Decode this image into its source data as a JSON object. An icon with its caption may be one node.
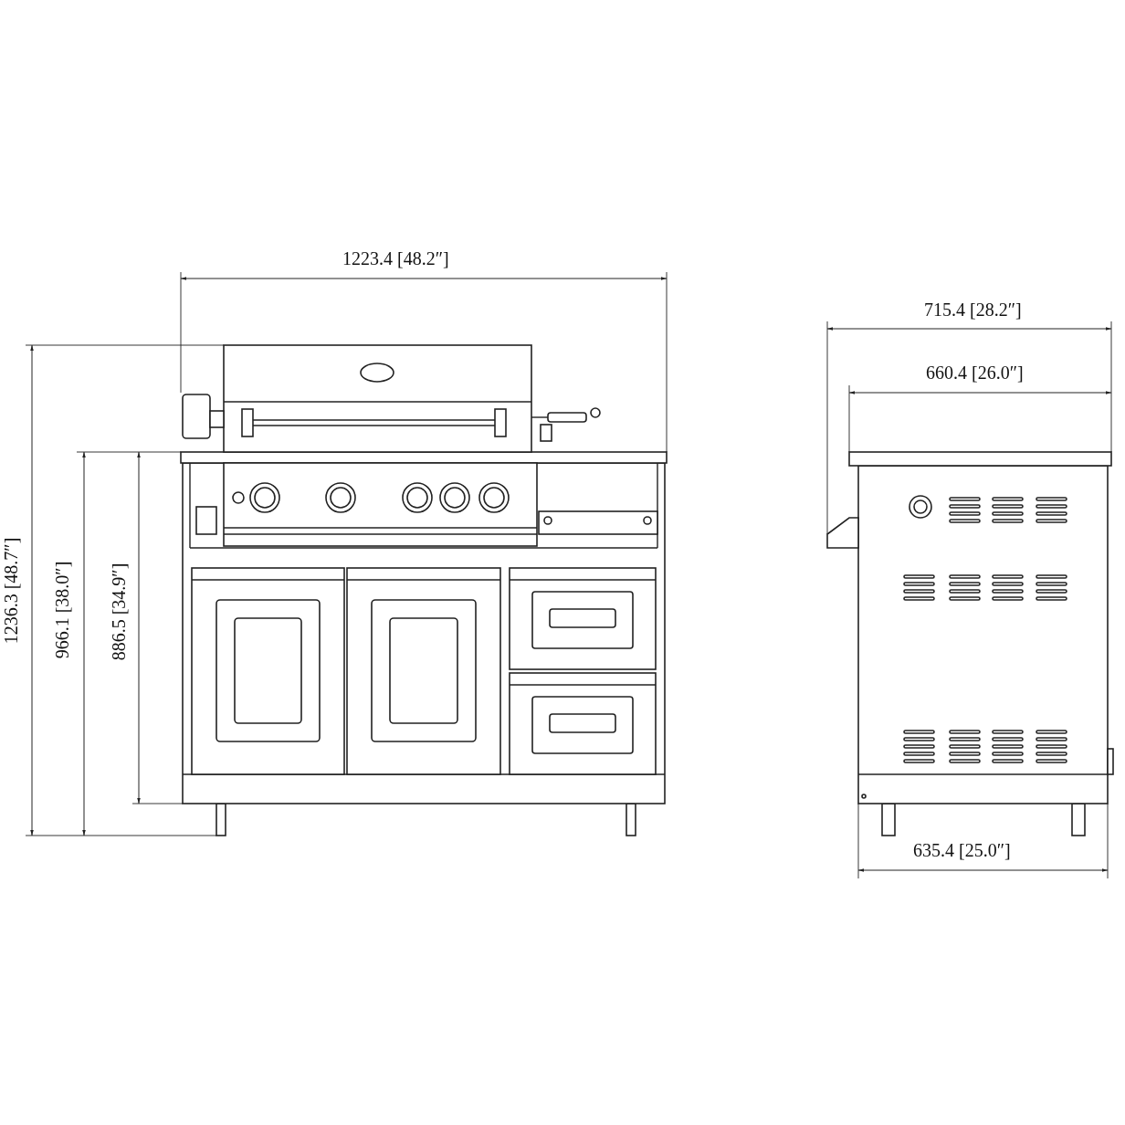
{
  "diagram": {
    "labels": [
      "1223.4 [48.2″]",
      "715.4 [28.2″]",
      "660.4 [26.0″]",
      "1236.3 [48.7″]",
      "966.1 [38.0″]",
      "886.5 [34.9″]",
      "635.4 [25.0″]"
    ]
  }
}
